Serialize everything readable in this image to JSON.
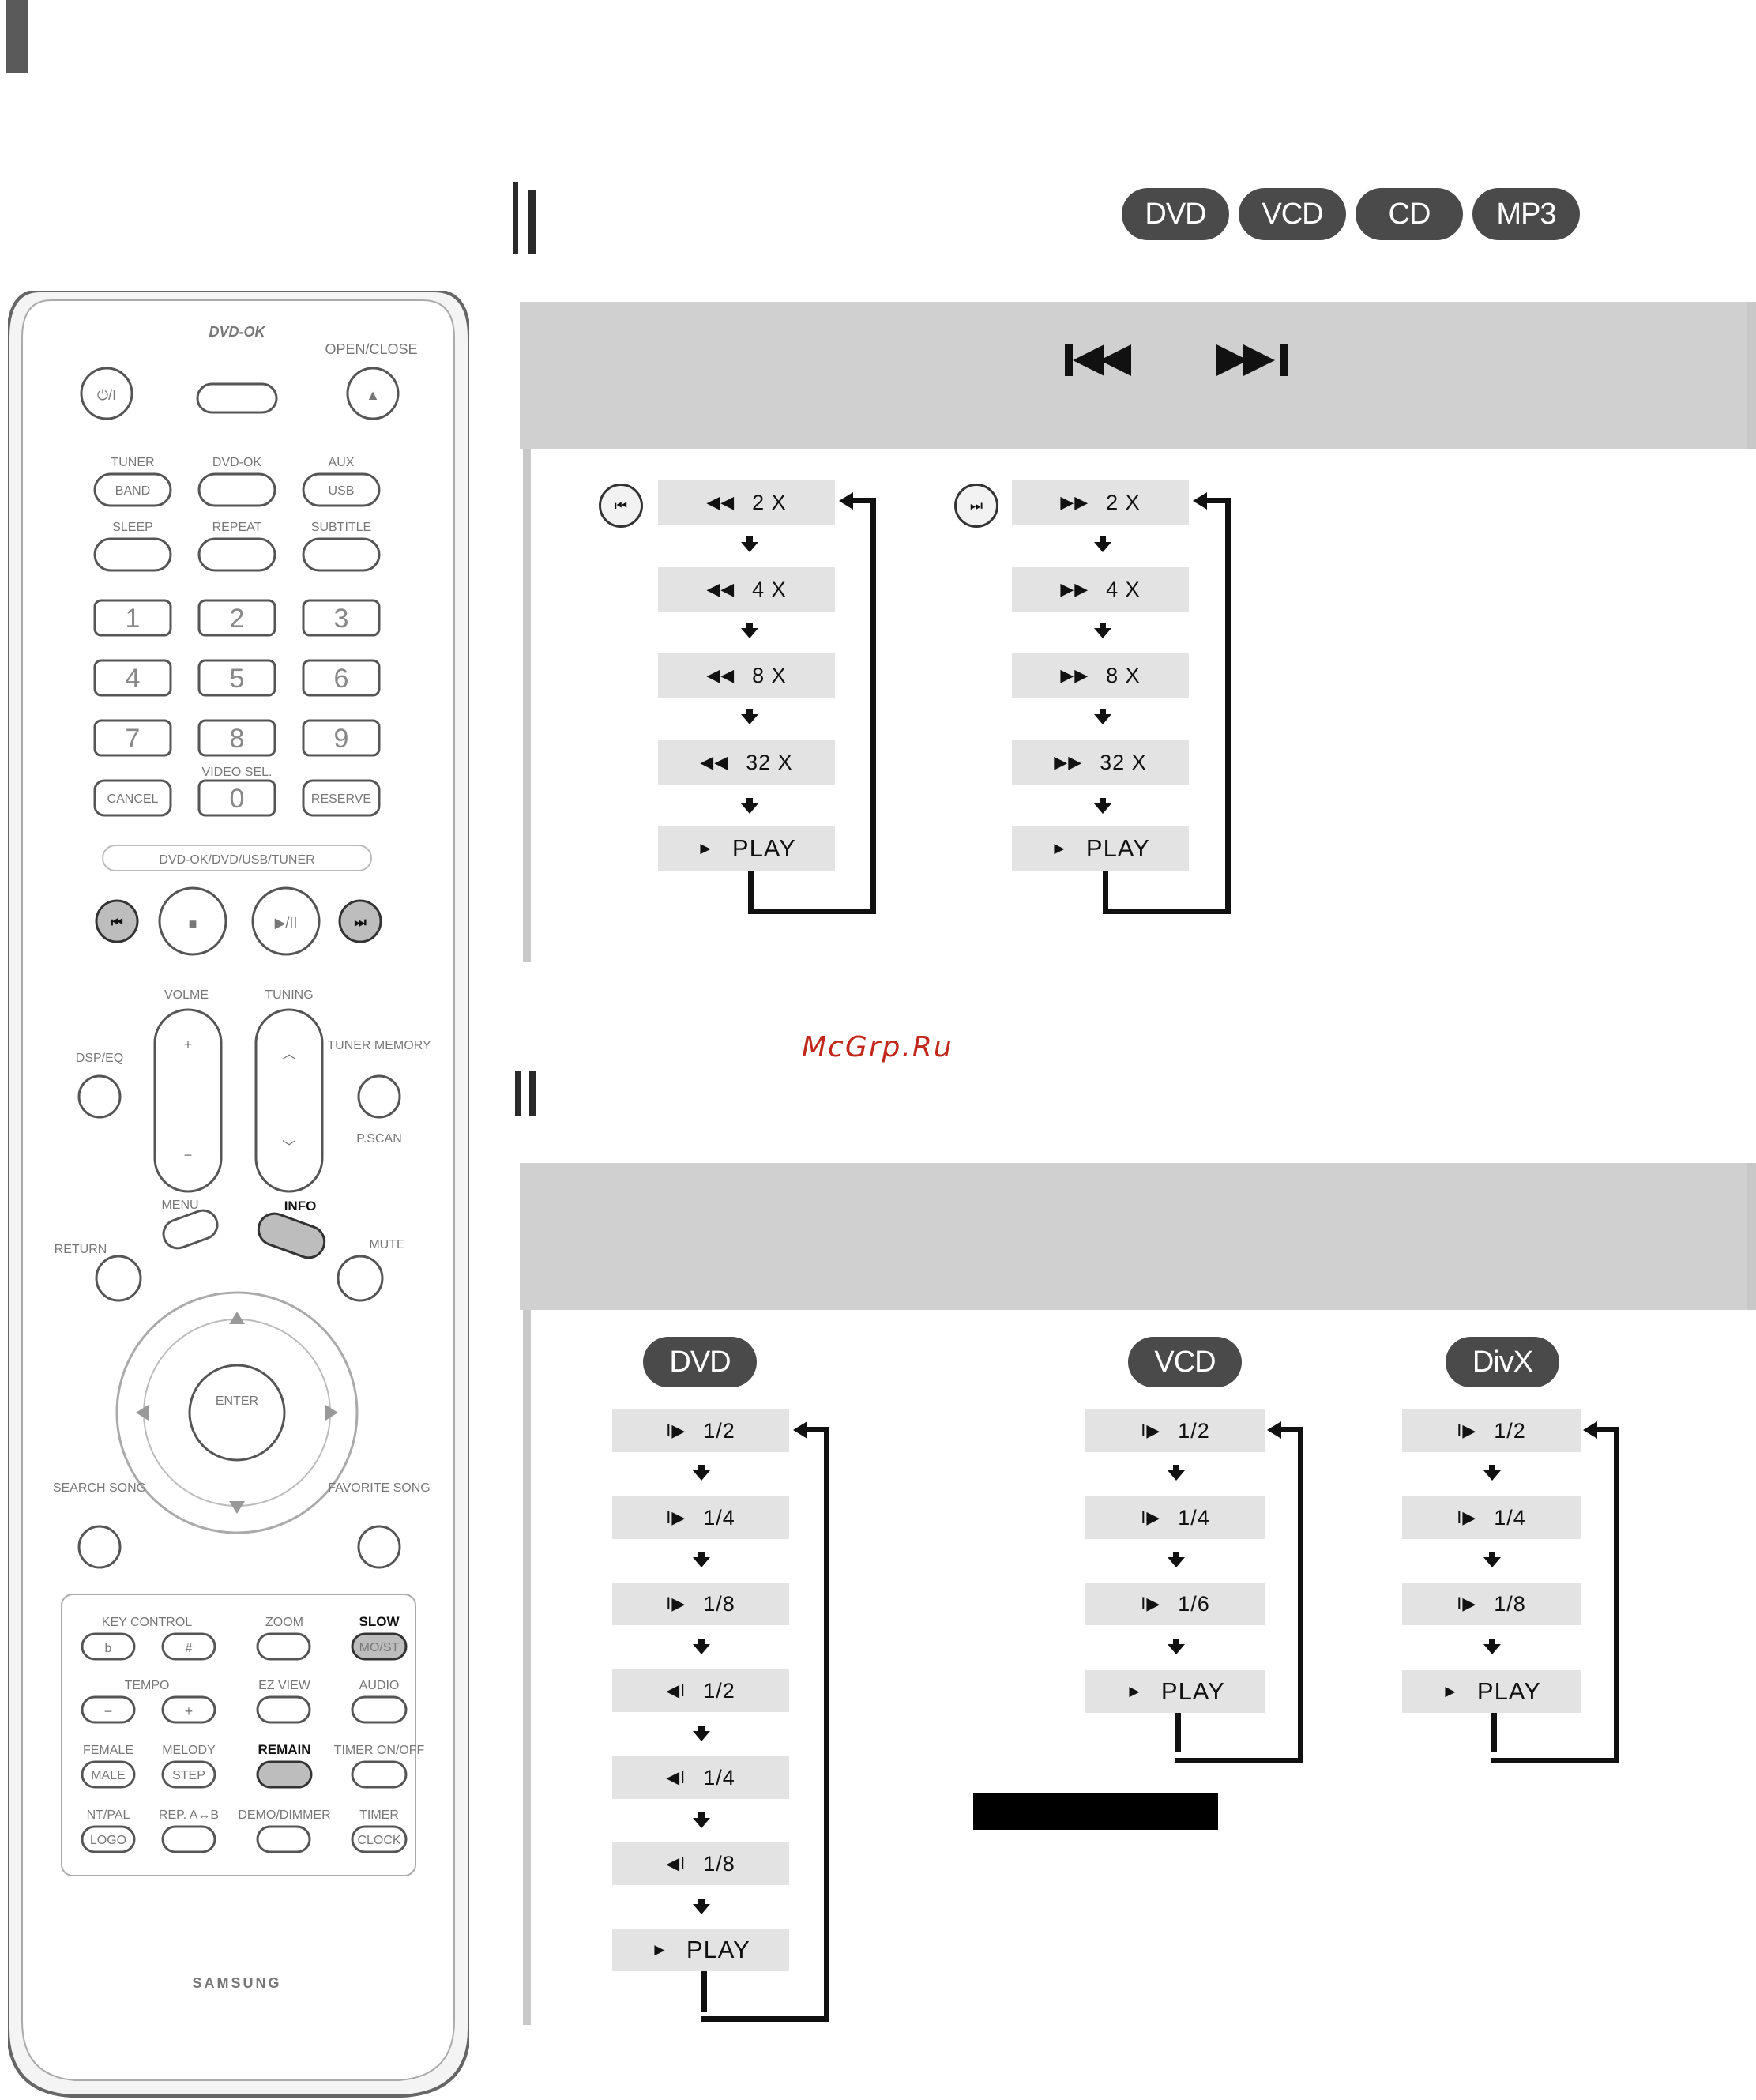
{
  "header": {
    "tab": ""
  },
  "disc_badges": [
    "DVD",
    "VCD",
    "CD",
    "MP3"
  ],
  "watermark": "McGrp.Ru",
  "search": {
    "rew_icon": "skip-back-icon",
    "fwd_icon": "skip-forward-icon",
    "rew_steps": [
      {
        "sym": "◀◀",
        "label": "2 X"
      },
      {
        "sym": "◀◀",
        "label": "4 X"
      },
      {
        "sym": "◀◀",
        "label": "8 X"
      },
      {
        "sym": "◀◀",
        "label": "32 X"
      },
      {
        "sym": "►",
        "label": "PLAY"
      }
    ],
    "fwd_steps": [
      {
        "sym": "▶▶",
        "label": "2 X"
      },
      {
        "sym": "▶▶",
        "label": "4 X"
      },
      {
        "sym": "▶▶",
        "label": "8 X"
      },
      {
        "sym": "▶▶",
        "label": "32 X"
      },
      {
        "sym": "►",
        "label": "PLAY"
      }
    ]
  },
  "slow": {
    "dvd": {
      "badge": "DVD",
      "steps": [
        {
          "sym": "I▶",
          "label": "1/2"
        },
        {
          "sym": "I▶",
          "label": "1/4"
        },
        {
          "sym": "I▶",
          "label": "1/8"
        },
        {
          "sym": "◀I",
          "label": "1/2"
        },
        {
          "sym": "◀I",
          "label": "1/4"
        },
        {
          "sym": "◀I",
          "label": "1/8"
        },
        {
          "sym": "►",
          "label": "PLAY"
        }
      ]
    },
    "vcd": {
      "badge": "VCD",
      "steps": [
        {
          "sym": "I▶",
          "label": "1/2"
        },
        {
          "sym": "I▶",
          "label": "1/4"
        },
        {
          "sym": "I▶",
          "label": "1/6"
        },
        {
          "sym": "►",
          "label": "PLAY"
        }
      ]
    },
    "divx": {
      "badge": "DivX",
      "steps": [
        {
          "sym": "I▶",
          "label": "1/2"
        },
        {
          "sym": "I▶",
          "label": "1/4"
        },
        {
          "sym": "I▶",
          "label": "1/8"
        },
        {
          "sym": "►",
          "label": "PLAY"
        }
      ]
    }
  },
  "remote": {
    "logo": "DVD-OK",
    "open_close": "OPEN/CLOSE",
    "power": "⏻/I",
    "eject": "▲",
    "row_top_labels": [
      "TUNER",
      "DVD-OK",
      "AUX"
    ],
    "row_band": [
      "BAND",
      "",
      "USB"
    ],
    "row_labels2": [
      "SLEEP",
      "REPEAT",
      "SUBTITLE"
    ],
    "digits": [
      "1",
      "2",
      "3",
      "4",
      "5",
      "6",
      "7",
      "8",
      "9"
    ],
    "video_sel": "VIDEO SEL.",
    "cancel": "CANCEL",
    "zero": "0",
    "reserve": "RESERVE",
    "source_bar": "DVD-OK/DVD/USB/TUNER",
    "prev": "⏮",
    "stop": "■",
    "play_pause": "▶/II",
    "next": "⏭",
    "volume": "VOLME",
    "tuning": "TUNING",
    "vol_plus": "+",
    "vol_minus": "−",
    "tune_up": "︿",
    "tune_down": "﹀",
    "dsp_eq": "DSP/EQ",
    "tuner_memory": "TUNER MEMORY",
    "pscan": "P.SCAN",
    "menu": "MENU",
    "info": "INFO",
    "return": "RETURN",
    "mute": "MUTE",
    "enter": "ENTER",
    "search_song": "SEARCH SONG",
    "favorite_song": "FAVORITE SONG",
    "key_control": "KEY CONTROL",
    "flat": "b",
    "sharp": "#",
    "zoom": "ZOOM",
    "slow": "SLOW",
    "mo_st": "MO/ST",
    "tempo": "TEMPO",
    "minus": "−",
    "plus": "+",
    "ez_view": "EZ VIEW",
    "audio": "AUDIO",
    "female": "FEMALE",
    "melody": "MELODY",
    "remain": "REMAIN",
    "timer_onoff": "TIMER ON/OFF",
    "male": "MALE",
    "step": "STEP",
    "ntpal": "NT/PAL",
    "rep_ab": "REP. A↔B",
    "demo_dimmer": "DEMO/DIMMER",
    "timer": "TIMER",
    "logo_btn": "LOGO",
    "clock": "CLOCK",
    "brand": "SAMSUNG"
  }
}
